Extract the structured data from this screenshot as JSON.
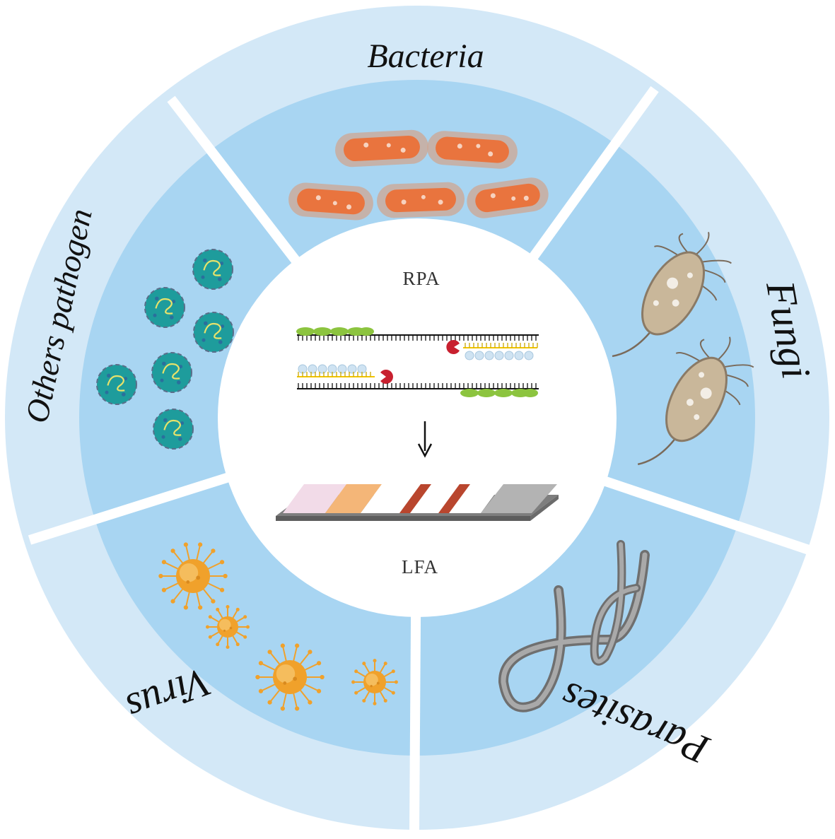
{
  "segments": [
    {
      "id": "bacteria",
      "label": "Bacteria"
    },
    {
      "id": "fungi",
      "label": "Fungi"
    },
    {
      "id": "parasites",
      "label": "Parasites"
    },
    {
      "id": "virus",
      "label": "Virus"
    },
    {
      "id": "others",
      "label": "Others pathogen"
    }
  ],
  "center": {
    "top_label": "RPA",
    "bottom_label": "LFA"
  },
  "colors": {
    "ring_outer": "#d3e8f7",
    "ring_inner": "#a8d5f2",
    "center": "#ffffff",
    "divider": "#ffffff",
    "bacteria": "#e9743e",
    "fungi": "#c9b79a",
    "parasite": "#8c8c8c",
    "virus": "#f0a12b",
    "others": "#1e9c9c",
    "test_line": "#b9462e"
  }
}
